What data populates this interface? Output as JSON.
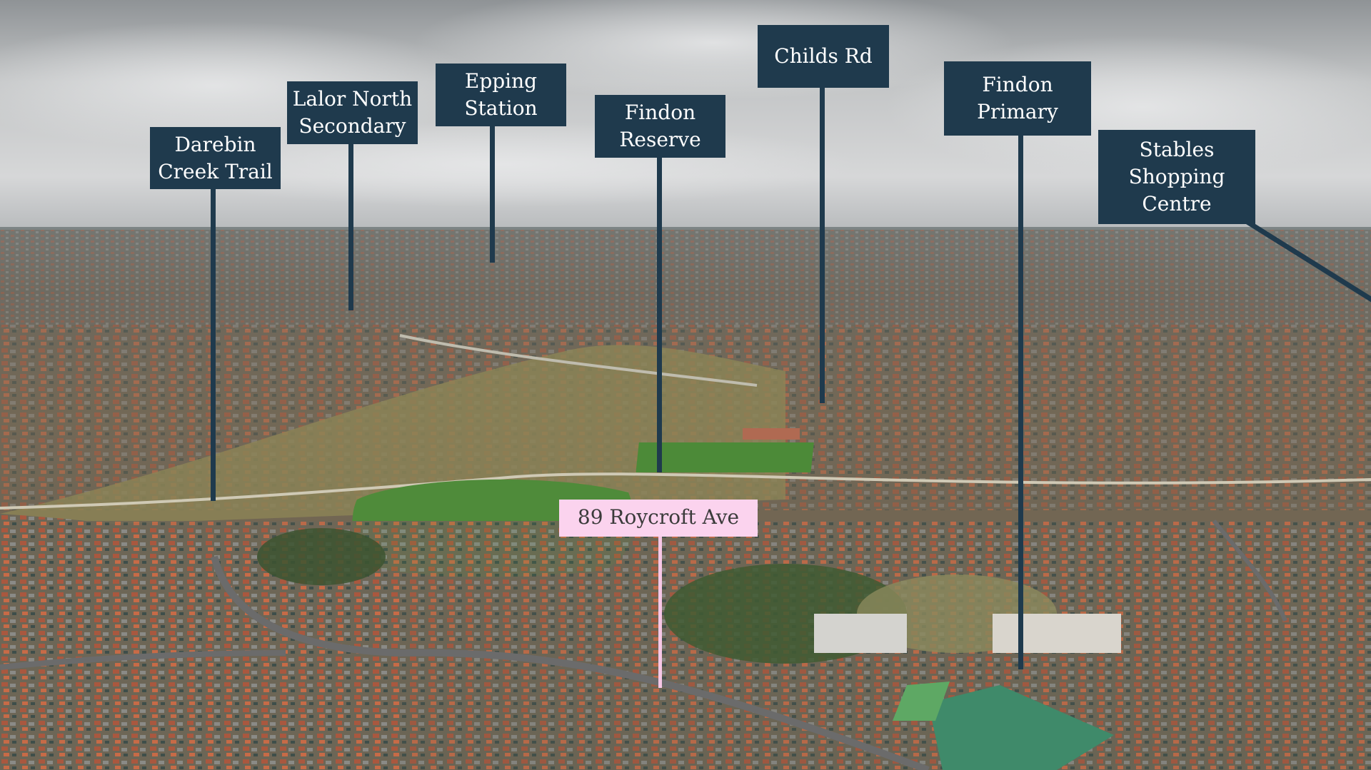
{
  "labels": {
    "darebin": {
      "line1": "Darebin",
      "line2": "Creek Trail"
    },
    "lalor": {
      "line1": "Lalor North",
      "line2": "Secondary"
    },
    "epping": {
      "line1": "Epping",
      "line2": "Station"
    },
    "findon_reserve": {
      "line1": "Findon",
      "line2": "Reserve"
    },
    "childs": {
      "line1": "Childs Rd"
    },
    "findon_primary": {
      "line1": "Findon",
      "line2": "Primary"
    },
    "stables": {
      "line1": "Stables",
      "line2": "Shopping",
      "line3": "Centre"
    }
  },
  "subject": {
    "address": "89 Roycroft Ave"
  },
  "colors": {
    "label_bg": "#1f3a4d",
    "subject_bg": "#fbd3ee",
    "subject_pole": "#f7c7e6"
  }
}
